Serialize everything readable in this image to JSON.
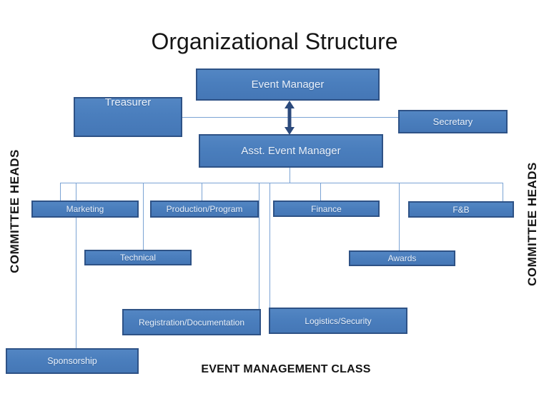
{
  "title": "Organizational Structure",
  "footer_label": "EVENT MANAGEMENT CLASS",
  "side_labels": {
    "left": "COMMITTEE HEADS",
    "right": "COMMITTEE HEADS"
  },
  "nodes": {
    "event_manager": "Event Manager",
    "treasurer": "Treasurer",
    "secretary": "Secretary",
    "asst_event_manager": "Asst. Event Manager",
    "marketing": "Marketing",
    "production_program": "Production/Program",
    "finance": "Finance",
    "fb": "F&B",
    "technical": "Technical",
    "awards": "Awards",
    "registration_documentation": "Registration/Documentation",
    "logistics_security": "Logistics/Security",
    "sponsorship": "Sponsorship"
  },
  "edges": [
    {
      "from": "event_manager",
      "to": "asst_event_manager",
      "type": "double-arrow"
    },
    {
      "from": "treasurer",
      "to": "secretary",
      "type": "line"
    },
    {
      "from": "asst_event_manager",
      "to": "marketing",
      "type": "line"
    },
    {
      "from": "asst_event_manager",
      "to": "production_program",
      "type": "line"
    },
    {
      "from": "asst_event_manager",
      "to": "finance",
      "type": "line"
    },
    {
      "from": "asst_event_manager",
      "to": "fb",
      "type": "line"
    },
    {
      "from": "asst_event_manager",
      "to": "technical",
      "type": "line"
    },
    {
      "from": "asst_event_manager",
      "to": "awards",
      "type": "line"
    },
    {
      "from": "asst_event_manager",
      "to": "registration_documentation",
      "type": "line"
    },
    {
      "from": "asst_event_manager",
      "to": "logistics_security",
      "type": "line"
    },
    {
      "from": "asst_event_manager",
      "to": "sponsorship",
      "type": "line"
    }
  ],
  "colors": {
    "box_fill": "#4a7ebd",
    "box_border": "#2e5286",
    "connector_line": "#7ba3d4",
    "arrow": "#2c4a7c",
    "box_text": "#e9f1fb",
    "heading_text": "#151515"
  }
}
